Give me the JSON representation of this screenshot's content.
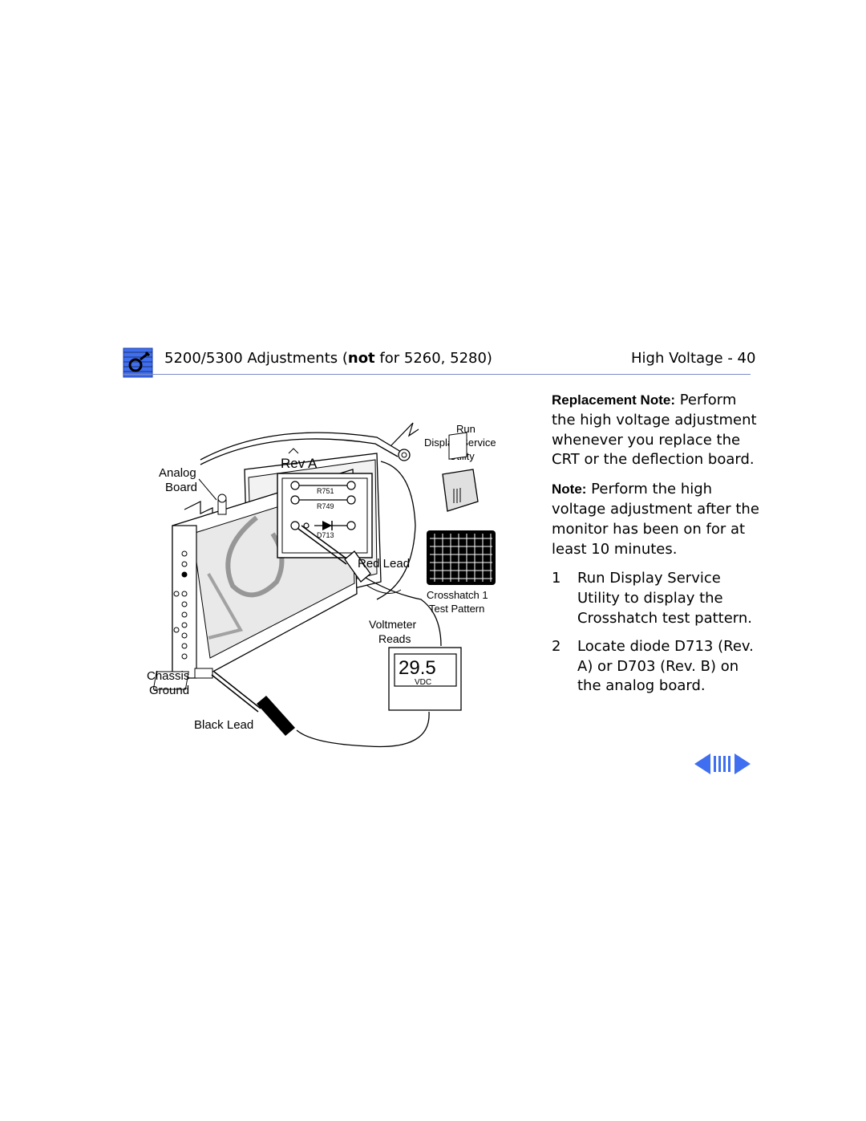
{
  "header": {
    "title_prefix": "5200/5300 Adjustments (",
    "title_bold": "not",
    "title_suffix": " for 5260, 5280)",
    "page_label": "High Voltage - 40"
  },
  "notes": {
    "replacement_label": "Replacement Note:",
    "replacement_text": " Perform the high voltage adjustment whenever you replace the CRT or the deflection board.",
    "note_label": "Note:",
    "note_text": " Perform the high voltage adjustment after the monitor has been on for at least 10 minutes."
  },
  "steps": [
    {
      "num": "1",
      "text": "Run Display Service Utility to display the Crosshatch test pattern."
    },
    {
      "num": "2",
      "text": "Locate diode D713 (Rev. A) or D703 (Rev. B) on the analog board."
    }
  ],
  "diagram": {
    "run_line1": "Run",
    "run_line2": "Display Service",
    "run_line3": "Utility",
    "rev_label": "Rev  A",
    "analog_line1": "Analog",
    "analog_line2": "Board",
    "r751": "R751",
    "r749": "R749",
    "d713": "D713",
    "red_lead": "Red Lead",
    "crosshatch_line1": "Crosshatch 1",
    "crosshatch_line2": "Test Pattern",
    "voltmeter_line1": "Voltmeter",
    "voltmeter_line2": "Reads",
    "reading": "29.5",
    "reading_unit": "VDC",
    "chassis_line1": "Chassis",
    "chassis_line2": "Ground",
    "black_lead": "Black Lead"
  },
  "colors": {
    "accent_blue": "#3f6ef0",
    "rule": "#7a8cc8"
  },
  "icons": {
    "header": "apple-service-icon",
    "nav_prev": "prev-page-arrow-icon",
    "nav_next": "next-page-arrow-icon",
    "nav_index": "page-index-icon"
  }
}
